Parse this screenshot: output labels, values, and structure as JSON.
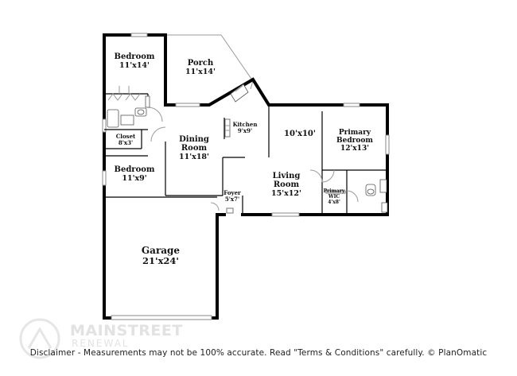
{
  "rooms": {
    "bedroom_top": {
      "name": "Bedroom",
      "dims": "11'x14'"
    },
    "porch": {
      "name": "Porch",
      "dims": "11'x14'"
    },
    "closet": {
      "name": "Closet",
      "dims": "8'x3'"
    },
    "dining": {
      "name_line1": "Dining",
      "name_line2": "Room",
      "dims": "11'x18'"
    },
    "kitchen": {
      "name": "Kitchen",
      "dims": "9'x9'"
    },
    "nook": {
      "dims": "10'x10'"
    },
    "primary_bedroom": {
      "name_line1": "Primary",
      "name_line2": "Bedroom",
      "dims": "12'x13'"
    },
    "bedroom_mid": {
      "name": "Bedroom",
      "dims": "11'x9'"
    },
    "living": {
      "name_line1": "Living",
      "name_line2": "Room",
      "dims": "15'x12'"
    },
    "primary_wic": {
      "name_line1": "Primary",
      "name_line2": "WIC",
      "dims": "4'x8'"
    },
    "foyer": {
      "name": "Foyer",
      "dims": "5'x7'"
    },
    "garage": {
      "name": "Garage",
      "dims": "21'x24'"
    }
  },
  "watermark": {
    "brand": "MAINSTREET",
    "sub": "RENEWAL"
  },
  "disclaimer": "Disclaimer - Measurements may not be 100% accurate. Read \"Terms & Conditions\" carefully. © PlanOmatic"
}
